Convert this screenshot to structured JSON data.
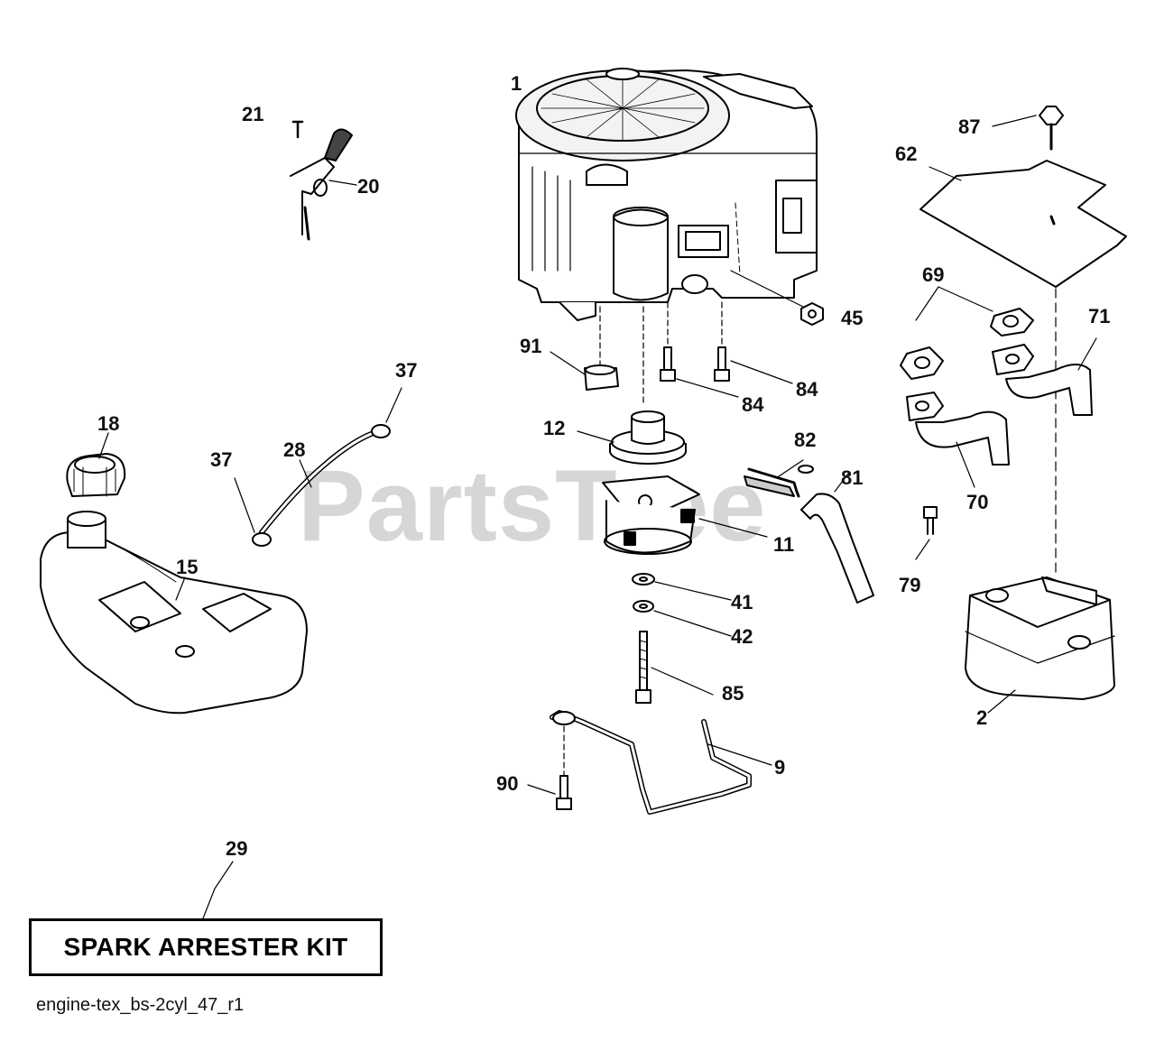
{
  "diagram": {
    "watermark": "PartsTree",
    "kit_label": "SPARK ARRESTER KIT",
    "footer_code": "engine-tex_bs-2cyl_47_r1",
    "callouts": {
      "c1": "1",
      "c21": "21",
      "c20": "20",
      "c87": "87",
      "c62": "62",
      "c69": "69",
      "c71": "71",
      "c45": "45",
      "c91": "91",
      "c84a": "84",
      "c84b": "84",
      "c37a": "37",
      "c37b": "37",
      "c18": "18",
      "c28": "28",
      "c12": "12",
      "c82": "82",
      "c81": "81",
      "c70": "70",
      "c11": "11",
      "c15": "15",
      "c79": "79",
      "c41": "41",
      "c42": "42",
      "c85": "85",
      "c2": "2",
      "c9": "9",
      "c90": "90",
      "c29": "29"
    }
  }
}
